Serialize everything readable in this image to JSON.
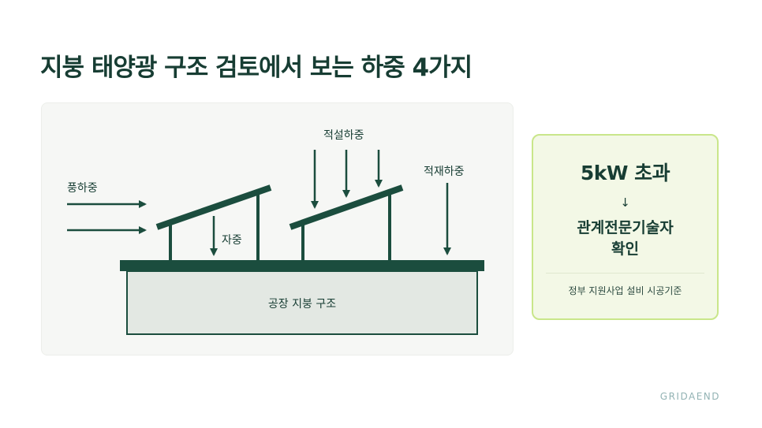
{
  "title": "지붕 태양광 구조 검토에서 보는 하중 4가지",
  "diagram": {
    "loads": {
      "wind": "풍하중",
      "dead": "자중",
      "snow": "적설하중",
      "stacked": "적재하중"
    },
    "structure_label": "공장 지붕 구조",
    "colors": {
      "primary": "#1b4d3e",
      "structure_fill": "#e3e8e3",
      "card_bg": "#f6f7f5"
    }
  },
  "callout": {
    "condition": "5kW 초과",
    "arrow": "↓",
    "requirement": "관계전문기술자 확인",
    "note": "정부 지원사업 설비 시공기준",
    "border_color": "#c9e68a",
    "bg_color": "#f3f8e6"
  },
  "brand": "GRIDAEND"
}
